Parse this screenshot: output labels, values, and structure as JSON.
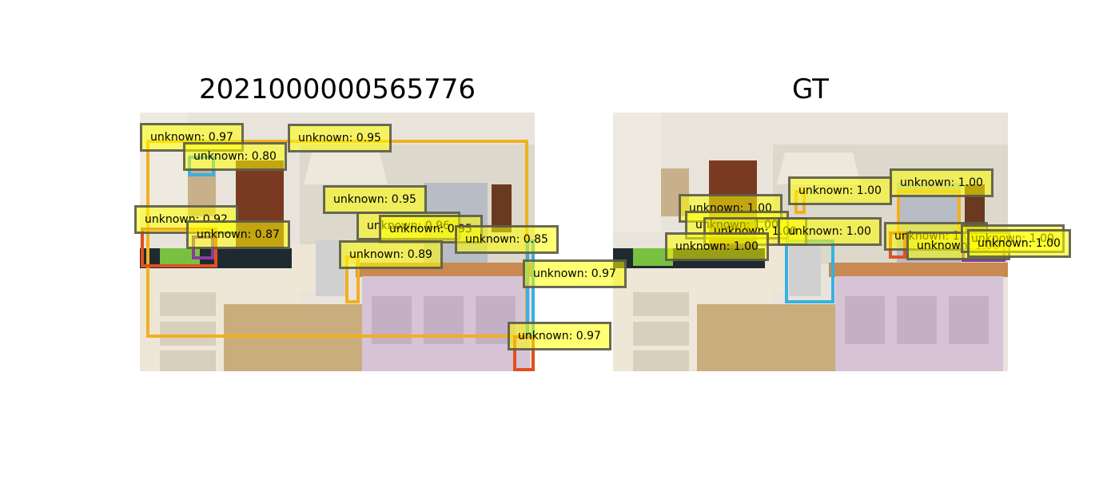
{
  "panels": [
    {
      "title": "2021000000565776"
    },
    {
      "title": "GT"
    }
  ],
  "pred_labels": [
    "unknown: 0.97",
    "unknown: 0.80",
    "unknown: 0.95",
    "unknown: 0.95",
    "unknown: 0.92",
    "unknown: 0.87",
    "unknown: 0.96",
    "unknown: 0.95",
    "unknown: 0.85",
    "unknown: 0.89",
    "unknown: 0.97",
    "unknown: 0.97"
  ],
  "gt_labels": [
    "unknown: 1.00",
    "unknown: 1.00",
    "unknown: 1.00",
    "unknown: 1.00",
    "unknown: 1.00",
    "unknown: 1.00",
    "unknown: 1.00",
    "unknown: 1.00",
    "unknown: 1.00",
    "unknown: 1.00",
    "unknown: 1.00"
  ],
  "colors": {
    "label_fill": "#ffff00",
    "label_border": "#505050",
    "box_orange": "#f0b020",
    "box_red": "#e0501e",
    "box_blue": "#38b0e0",
    "box_purple": "#8a3aa0"
  }
}
